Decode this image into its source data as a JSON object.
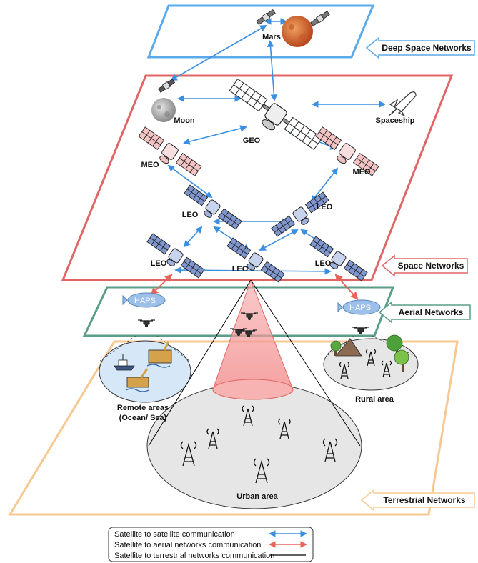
{
  "layers": {
    "deep_space": "Deep Space Networks",
    "space": "Space Networks",
    "aerial": "Aerial Networks",
    "terrestrial": "Terrestrial Networks"
  },
  "nodes": {
    "mars": "Mars",
    "moon": "Moon",
    "geo": "GEO",
    "spaceship": "Spaceship",
    "meo_left": "MEO",
    "meo_right": "MEO",
    "leo_mid_left": "LEO",
    "leo_mid_right": "LEO",
    "leo_bot_left": "LEO",
    "leo_bot_center": "LEO",
    "leo_bot_right": "LEO",
    "haps_left": "HAPS",
    "haps_right": "HAPS"
  },
  "areas": {
    "remote_line1": "Remote areas",
    "remote_line2": "(Ocean/ Sea)",
    "rural": "Rural area",
    "urban": "Urban area"
  },
  "legend": [
    {
      "label": "Satellite to satellite communication",
      "color": "#3b8fe0"
    },
    {
      "label": "Satellite to aerial networks communication",
      "color": "#e8645a"
    },
    {
      "label": "Satellite to terrestrial networks communication",
      "color": "#000000"
    }
  ],
  "colors": {
    "deep_space_border": "#5aa9ea",
    "space_border": "#e06666",
    "aerial_border": "#5a9e8a",
    "terrestrial_border": "#f7c891",
    "sat_link": "#3b8fe0",
    "aerial_link": "#e8645a"
  }
}
